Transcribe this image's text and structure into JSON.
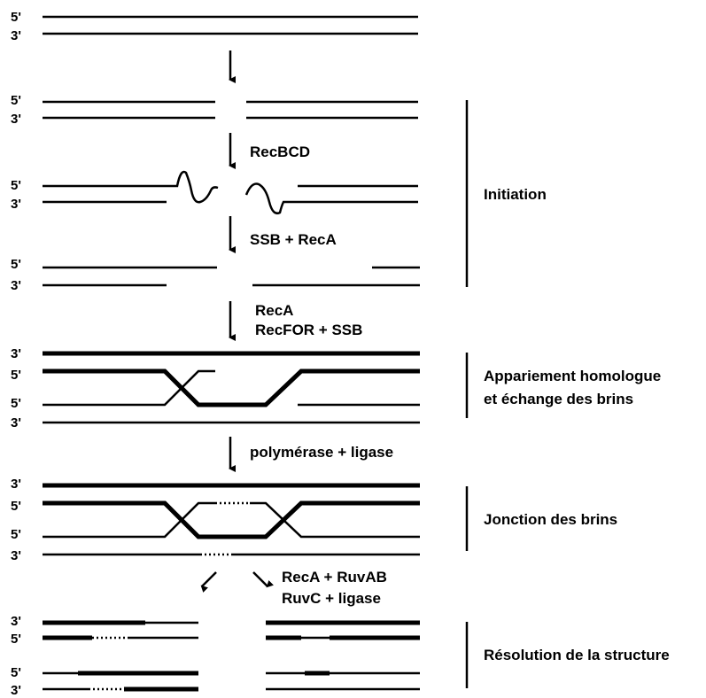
{
  "end_labels": {
    "five_prime": "5'",
    "three_prime": "3'"
  },
  "steps": [
    {
      "line1": ""
    },
    {
      "line1": "RecBCD"
    },
    {
      "line1": "SSB + RecA"
    },
    {
      "line1": "RecA",
      "line2": "RecFOR + SSB"
    },
    {
      "line1": "polymérase + ligase"
    },
    {
      "line1": "RecA + RuvAB",
      "line2": "RuvC + ligase"
    }
  ],
  "phases": {
    "initiation": "Initiation",
    "pairing_line1": "Appariement homologue",
    "pairing_line2": "et échange des brins",
    "junction": "Jonction des brins",
    "resolution": "Résolution de la structure"
  }
}
